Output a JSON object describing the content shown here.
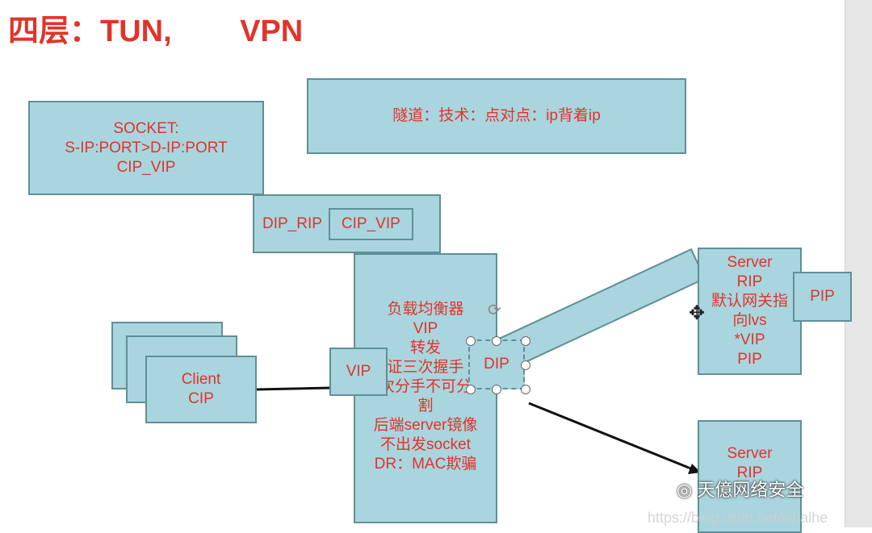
{
  "title": "四层：TUN,        VPN",
  "socket_box": {
    "lines": [
      "SOCKET:",
      "S-IP:PORT>D-IP:PORT",
      "CIP_VIP"
    ]
  },
  "tunnel_box": {
    "text": "隧道：技术：点对点：ip背着ip"
  },
  "packet_box": {
    "outer": "DIP_RIP",
    "inner": "CIP_VIP"
  },
  "client_box": {
    "lines": [
      "Client",
      "CIP"
    ]
  },
  "vip_box": {
    "text": "VIP"
  },
  "lb_box": {
    "lines": [
      "负载均衡器",
      "VIP",
      "转发",
      "证三次握手",
      "次分手不可分",
      "割",
      "后端server镜像",
      "不出发socket",
      "DR：MAC欺骗"
    ]
  },
  "dip_box": {
    "text": "DIP"
  },
  "server1": {
    "lines": [
      "Server",
      "RIP",
      "默认网关指",
      "向lvs",
      "*VIP",
      "PIP"
    ]
  },
  "pip_box": {
    "text": "PIP"
  },
  "server2": {
    "lines": [
      "Server",
      "RIP"
    ]
  },
  "watermark": "天億网络安全",
  "url": "https://blog.csdn.net/whalhe",
  "colors": {
    "box_fill": "#a9d5de",
    "box_border": "#5f8f97",
    "text": "#e0342a"
  }
}
